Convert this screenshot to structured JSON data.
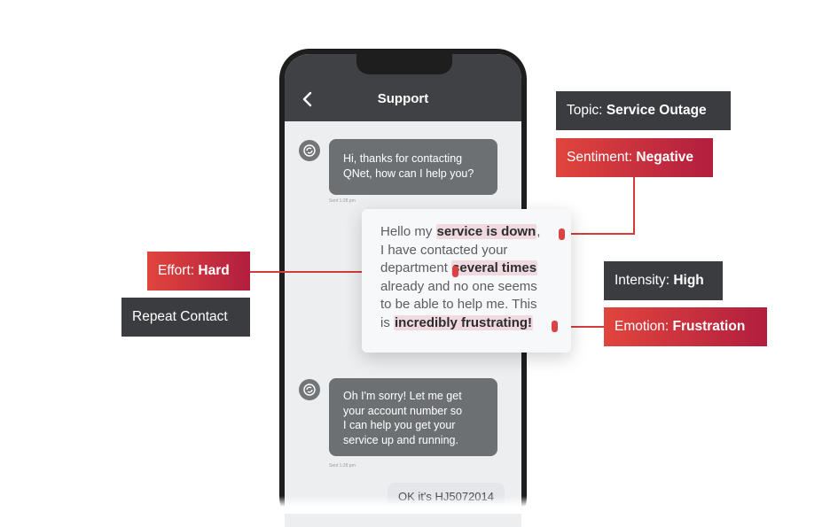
{
  "chat": {
    "header_title": "Support",
    "agent_greeting": [
      "Hi, thanks for contacting",
      "QNet, how can I help you?"
    ],
    "greeting_time": "Sent 1:28 pm",
    "agent_reply": [
      "Oh I'm sorry! Let me get",
      "your account number so",
      "I can help you get your",
      "service up and running."
    ],
    "reply_time": "Sent 1:28 pm",
    "user_reply": "OK it's HJ5072014"
  },
  "customer_message": {
    "line1_pre": "Hello my ",
    "line1_hl": "service is down",
    "line1_post": ",",
    "line2": "I have contacted your",
    "line3_pre": "department ",
    "line3_hl": "several times",
    "line4": "already and no one seems",
    "line5": "to be able to help me. This",
    "line6_pre": "is ",
    "line6_hl": "incredibly frustrating!"
  },
  "tags": {
    "topic": {
      "label": "Topic:",
      "value": "Service Outage"
    },
    "sentiment": {
      "label": "Sentiment:",
      "value": "Negative"
    },
    "effort": {
      "label": "Effort:",
      "value": "Hard"
    },
    "repeat": {
      "label": "Repeat Contact"
    },
    "intensity": {
      "label": "Intensity:",
      "value": "High"
    },
    "emotion": {
      "label": "Emotion:",
      "value": "Frustration"
    }
  },
  "colors": {
    "accent_red": "#d23c3c",
    "dark_tag": "#3a3c3f",
    "bubble_gray": "#6d7073"
  },
  "icons": {
    "back": "chevron-left-icon",
    "agent_avatar": "support-bot-icon"
  }
}
